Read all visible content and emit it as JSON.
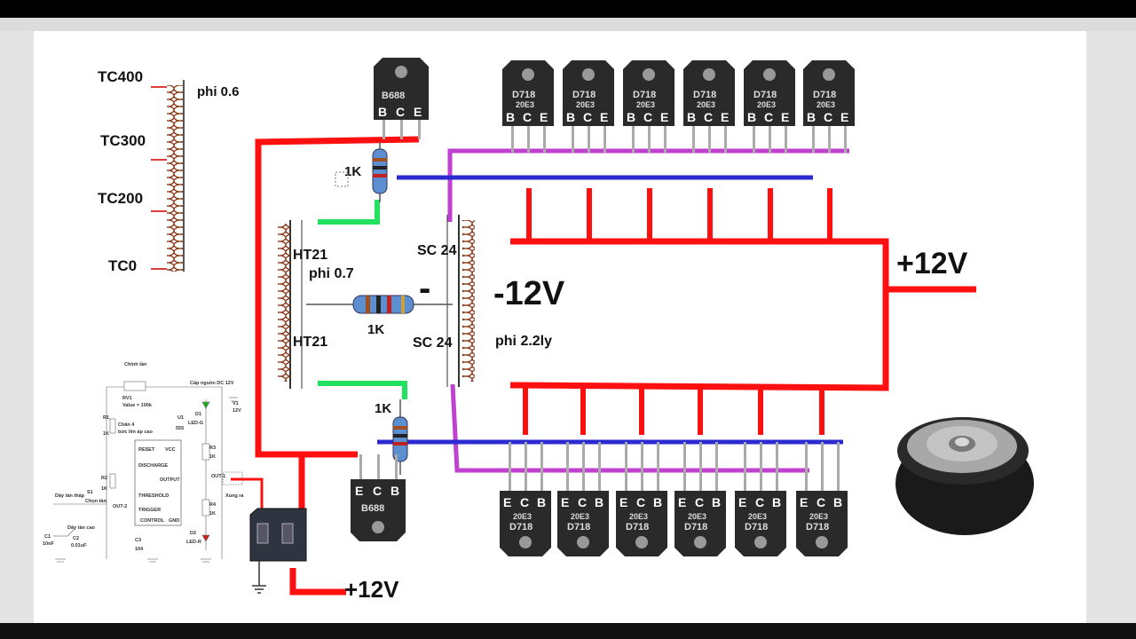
{
  "coil_taps": {
    "tc400": "TC400",
    "tc300": "TC300",
    "tc200": "TC200",
    "tc0": "TC0",
    "wire": "phi 0.6"
  },
  "driver_coils": {
    "top_label": "HT21",
    "top_wire": "phi 0.7",
    "bottom_label": "HT21",
    "center_resistor": "1K",
    "top_resistor": "1K",
    "bottom_resistor": "1K"
  },
  "output_coils": {
    "top_label": "SC 24",
    "bottom_label": "SC 24",
    "wire": "phi 2.2ly"
  },
  "rails": {
    "minus_symbol": "-",
    "negative": "-12V",
    "positive_right": "+12V",
    "positive_bottom": "+12V"
  },
  "transistors": {
    "driver_part": "B688",
    "top_pins": [
      "B",
      "C",
      "E"
    ],
    "bottom_pins": [
      "E",
      "C",
      "B"
    ],
    "power_part": "D718",
    "power_suffix": "20E3",
    "power_count_top": 6,
    "power_count_bottom": 6
  },
  "schematic_555": {
    "chinh_tan": "Chỉnh tần",
    "cap_nguon": "Cấp nguồn DC 12V",
    "rv1": "RV1",
    "value": "Value = 100k",
    "chan4": "Chân 4",
    "chan4b": "bức lên áp cao",
    "r1": "R1",
    "r1v": "1K",
    "r2": "R2",
    "r2v": "1K",
    "reset": "RESET",
    "vcc": "VCC",
    "discharge": "DISCHARGE",
    "output": "OUTPUT",
    "threshold": "THRESHOLD",
    "trigger": "TRIGGER",
    "control": "CONTROL",
    "gnd": "GND",
    "u1": "U1",
    "ic": "555",
    "d1": "D1",
    "led_g": "LED-G",
    "d2": "D2",
    "led_r": "LED-R",
    "r3": "R3",
    "r3v": "1K",
    "r4": "R4",
    "r4v": "1K",
    "v1": "V1",
    "v1v": "12V",
    "out1": "OUT-1",
    "out2": "OUT-2",
    "xung_ra": "Xung ra",
    "day_tan_thap": "Dãy tần thấp",
    "day_tan_cao": "Dãy tần cao",
    "s1": "S1",
    "chon_tan": "Chọn tần",
    "c1": "C1",
    "c1v": "10nF",
    "c2": "C2",
    "c2v": "0.01uF",
    "c3": "C3",
    "c3v": "104"
  },
  "colors": {
    "red_wire": "#ff1010",
    "blue_wire": "#2a2ad0",
    "magenta_wire": "#c040d0",
    "green_wire": "#22e060",
    "coil": "#8a3a1a"
  }
}
